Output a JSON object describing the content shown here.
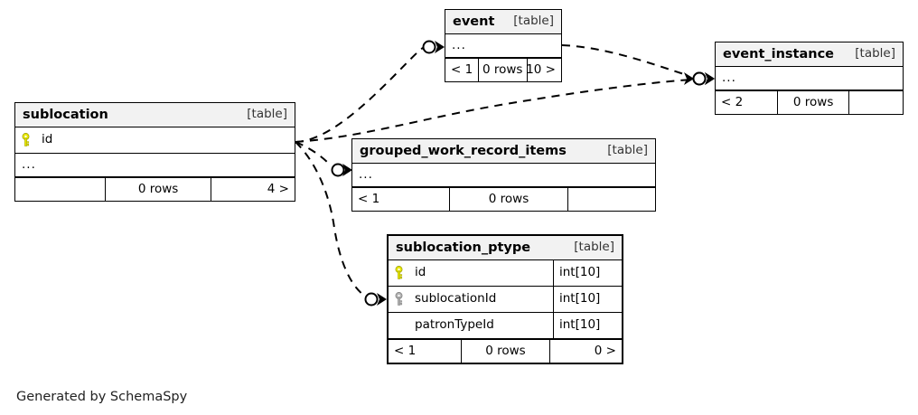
{
  "diagram": {
    "title": "SchemaSpy relationship diagram",
    "caption": "Generated by SchemaSpy",
    "background": "#ffffff",
    "header_fill": "#f2f2f2",
    "line_color": "#000000",
    "pk_key_color": "#e8e800",
    "fk_key_color": "#b3b3b3",
    "table_tag": "[table]",
    "ellipsis": "..."
  },
  "tables": [
    {
      "id": "sublocation",
      "name": "sublocation",
      "tag": "[table]",
      "focal": false,
      "columns": [
        {
          "key": "pk",
          "name": "id",
          "type": ""
        }
      ],
      "has_ellipsis_row": true,
      "ellipsis": "...",
      "footer": [
        "",
        "0 rows",
        "4 >"
      ]
    },
    {
      "id": "event",
      "name": "event",
      "tag": "[table]",
      "focal": false,
      "columns": [],
      "has_ellipsis_row": true,
      "ellipsis": "...",
      "footer": [
        "< 1",
        "0 rows",
        "10 >"
      ]
    },
    {
      "id": "event_instance",
      "name": "event_instance",
      "tag": "[table]",
      "focal": false,
      "columns": [],
      "has_ellipsis_row": true,
      "ellipsis": "...",
      "footer": [
        "< 2",
        "0 rows",
        ""
      ]
    },
    {
      "id": "grouped_work_record_items",
      "name": "grouped_work_record_items",
      "tag": "[table]",
      "focal": false,
      "columns": [],
      "has_ellipsis_row": true,
      "ellipsis": "...",
      "footer": [
        "< 1",
        "0 rows",
        ""
      ]
    },
    {
      "id": "sublocation_ptype",
      "name": "sublocation_ptype",
      "tag": "[table]",
      "focal": true,
      "columns": [
        {
          "key": "pk",
          "name": "id",
          "type": "int[10]"
        },
        {
          "key": "fk",
          "name": "sublocationId",
          "type": "int[10]"
        },
        {
          "key": "none",
          "name": "patronTypeId",
          "type": "int[10]"
        }
      ],
      "has_ellipsis_row": false,
      "ellipsis": "",
      "footer": [
        "< 1",
        "0 rows",
        "0 >"
      ]
    }
  ],
  "relationships": [
    {
      "from": "sublocation",
      "to": "event",
      "style": "dashed"
    },
    {
      "from": "sublocation",
      "to": "event_instance",
      "style": "dashed"
    },
    {
      "from": "sublocation",
      "to": "grouped_work_record_items",
      "style": "dashed"
    },
    {
      "from": "sublocation",
      "to": "sublocation_ptype",
      "style": "dashed"
    },
    {
      "from": "event",
      "to": "event_instance",
      "style": "dashed"
    }
  ]
}
